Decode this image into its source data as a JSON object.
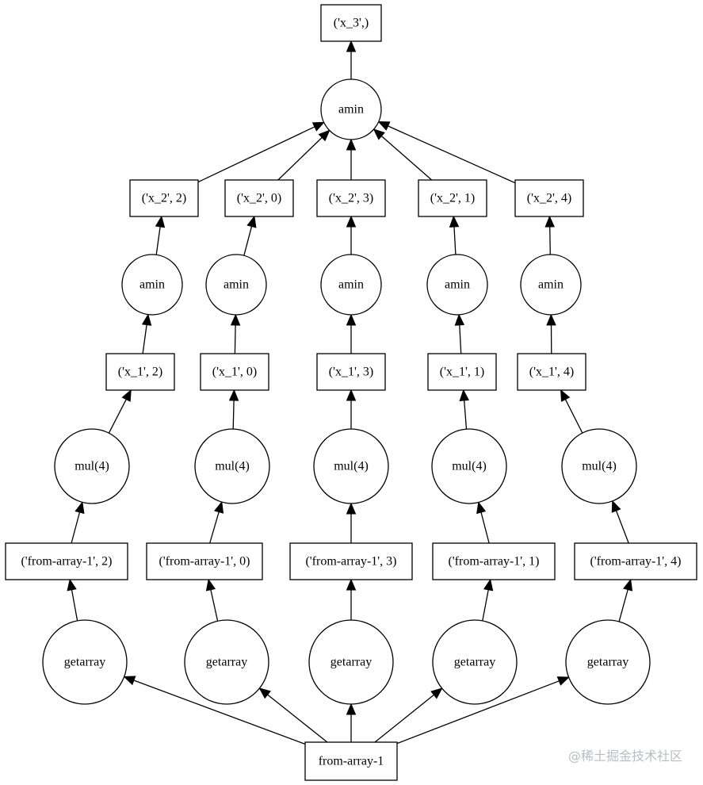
{
  "graph": {
    "nodes": {
      "x3": "('x_3',)",
      "amin_top": "amin",
      "x2_2": "('x_2', 2)",
      "x2_0": "('x_2', 0)",
      "x2_3": "('x_2', 3)",
      "x2_1": "('x_2', 1)",
      "x2_4": "('x_2', 4)",
      "amin_2": "amin",
      "amin_0": "amin",
      "amin_3": "amin",
      "amin_1": "amin",
      "amin_4": "amin",
      "x1_2": "('x_1', 2)",
      "x1_0": "('x_1', 0)",
      "x1_3": "('x_1', 3)",
      "x1_1": "('x_1', 1)",
      "x1_4": "('x_1', 4)",
      "mul_2": "mul(4)",
      "mul_0": "mul(4)",
      "mul_3": "mul(4)",
      "mul_1": "mul(4)",
      "mul_4": "mul(4)",
      "fa_2": "('from-array-1', 2)",
      "fa_0": "('from-array-1', 0)",
      "fa_3": "('from-array-1', 3)",
      "fa_1": "('from-array-1', 1)",
      "fa_4": "('from-array-1', 4)",
      "get_2": "getarray",
      "get_0": "getarray",
      "get_3": "getarray",
      "get_1": "getarray",
      "get_4": "getarray",
      "root": "from-array-1"
    },
    "edges": [
      [
        "root",
        "get_2"
      ],
      [
        "root",
        "get_0"
      ],
      [
        "root",
        "get_3"
      ],
      [
        "root",
        "get_1"
      ],
      [
        "root",
        "get_4"
      ],
      [
        "get_2",
        "fa_2"
      ],
      [
        "get_0",
        "fa_0"
      ],
      [
        "get_3",
        "fa_3"
      ],
      [
        "get_1",
        "fa_1"
      ],
      [
        "get_4",
        "fa_4"
      ],
      [
        "fa_2",
        "mul_2"
      ],
      [
        "fa_0",
        "mul_0"
      ],
      [
        "fa_3",
        "mul_3"
      ],
      [
        "fa_1",
        "mul_1"
      ],
      [
        "fa_4",
        "mul_4"
      ],
      [
        "mul_2",
        "x1_2"
      ],
      [
        "mul_0",
        "x1_0"
      ],
      [
        "mul_3",
        "x1_3"
      ],
      [
        "mul_1",
        "x1_1"
      ],
      [
        "mul_4",
        "x1_4"
      ],
      [
        "x1_2",
        "amin_2"
      ],
      [
        "x1_0",
        "amin_0"
      ],
      [
        "x1_3",
        "amin_3"
      ],
      [
        "x1_1",
        "amin_1"
      ],
      [
        "x1_4",
        "amin_4"
      ],
      [
        "amin_2",
        "x2_2"
      ],
      [
        "amin_0",
        "x2_0"
      ],
      [
        "amin_3",
        "x2_3"
      ],
      [
        "amin_1",
        "x2_1"
      ],
      [
        "amin_4",
        "x2_4"
      ],
      [
        "x2_2",
        "amin_top"
      ],
      [
        "x2_0",
        "amin_top"
      ],
      [
        "x2_3",
        "amin_top"
      ],
      [
        "x2_1",
        "amin_top"
      ],
      [
        "x2_4",
        "amin_top"
      ],
      [
        "amin_top",
        "x3"
      ]
    ]
  },
  "watermark": {
    "text": "@稀土掘金技术社区"
  }
}
